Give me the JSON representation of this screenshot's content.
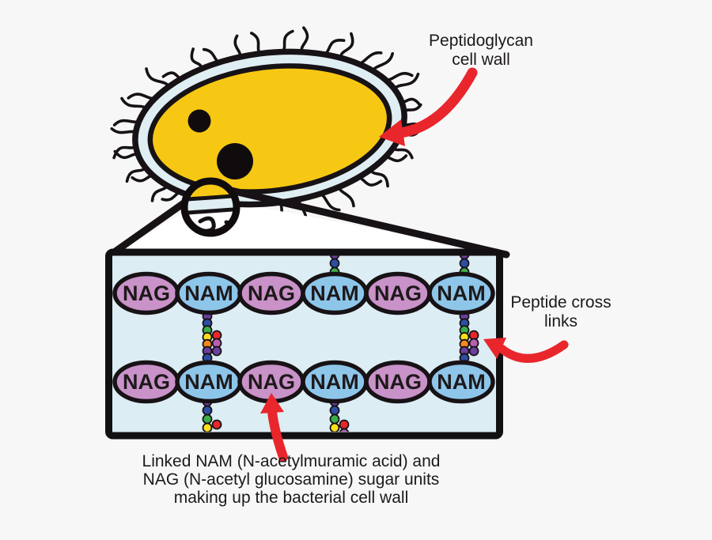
{
  "diagram": {
    "peptidoglycan_label": {
      "line1": "Peptidoglycan",
      "line2": "cell wall"
    },
    "cross_links_label": {
      "line1": "Peptide cross",
      "line2": "links"
    },
    "caption": {
      "line1": "Linked NAM (N-acetylmuramic acid) and",
      "line2": "NAG (N-acetyl glucosamine) sugar units",
      "line3": "making up the bacterial cell wall"
    },
    "sugar_rows": [
      [
        "NAG",
        "NAM",
        "NAG",
        "NAM",
        "NAG",
        "NAM"
      ],
      [
        "NAG",
        "NAM",
        "NAG",
        "NAM",
        "NAG",
        "NAM"
      ]
    ],
    "unit_colors": {
      "NAG": "#c992c8",
      "NAM": "#8ec6ea"
    },
    "bead_palette": {
      "purple": "#6b3f9e",
      "blue": "#2d4ea3",
      "green": "#3cae4b",
      "yellow": "#ffe01a",
      "orange": "#f6881f",
      "red": "#e8262b",
      "magenta": "#b95fb0"
    },
    "colors": {
      "background": "#f7f7f7",
      "cell_body": "#f7c813",
      "cell_wall": "#dfeef3",
      "box_fill": "#dcedf3",
      "outline": "#171215",
      "arrow": "#e8262b",
      "white": "#ffffff"
    }
  }
}
